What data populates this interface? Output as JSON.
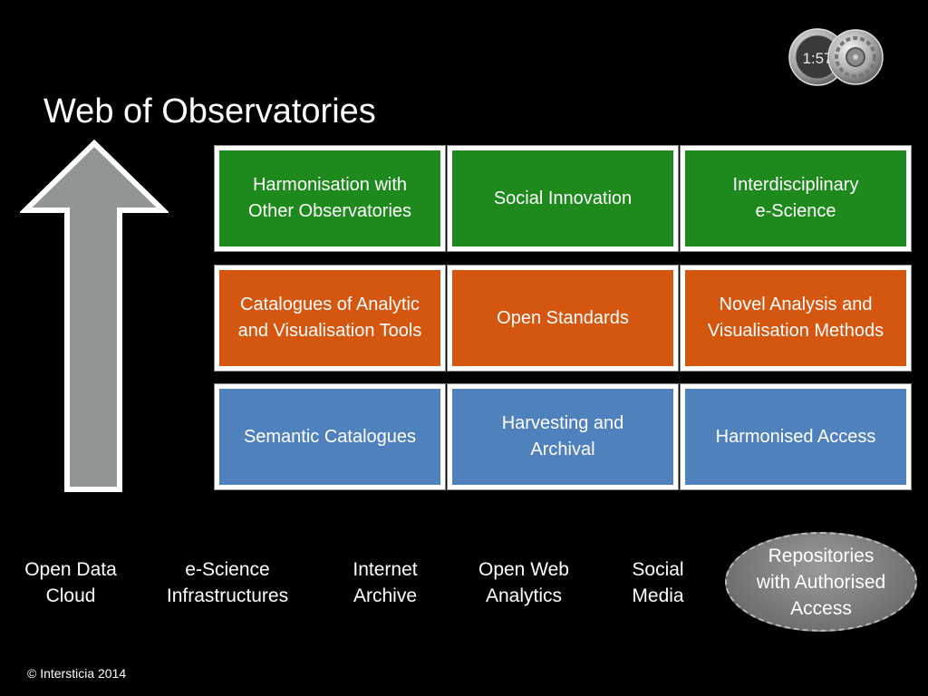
{
  "title": "Web of Observatories",
  "logo": {
    "clock_text": "1:57"
  },
  "grid": {
    "rows": [
      {
        "color": "green",
        "cells": [
          [
            "Harmonisation with",
            "Other Observatories"
          ],
          [
            "Social Innovation"
          ],
          [
            "Interdisciplinary",
            "e-Science"
          ]
        ]
      },
      {
        "color": "orange",
        "cells": [
          [
            "Catalogues of Analytic",
            "and Visualisation Tools"
          ],
          [
            "Open Standards"
          ],
          [
            "Novel Analysis and",
            "Visualisation Methods"
          ]
        ]
      },
      {
        "color": "blue",
        "cells": [
          [
            "Semantic Catalogues"
          ],
          [
            "Harvesting and",
            "Archival"
          ],
          [
            "Harmonised Access"
          ]
        ]
      }
    ]
  },
  "bottom_labels": [
    [
      "Open Data",
      "Cloud"
    ],
    [
      "e-Science",
      "Infrastructures"
    ],
    [
      "Internet",
      "Archive"
    ],
    [
      "Open Web",
      "Analytics"
    ],
    [
      "Social",
      "Media"
    ]
  ],
  "highlight": [
    "Repositories",
    "with Authorised",
    "Access"
  ],
  "colors": {
    "green": "#1e8a1e",
    "orange": "#d4560f",
    "blue": "#4f81bd",
    "arrow_fill": "#929596",
    "background": "#000000"
  },
  "footer": {
    "copyright": "© Intersticia 2014"
  }
}
